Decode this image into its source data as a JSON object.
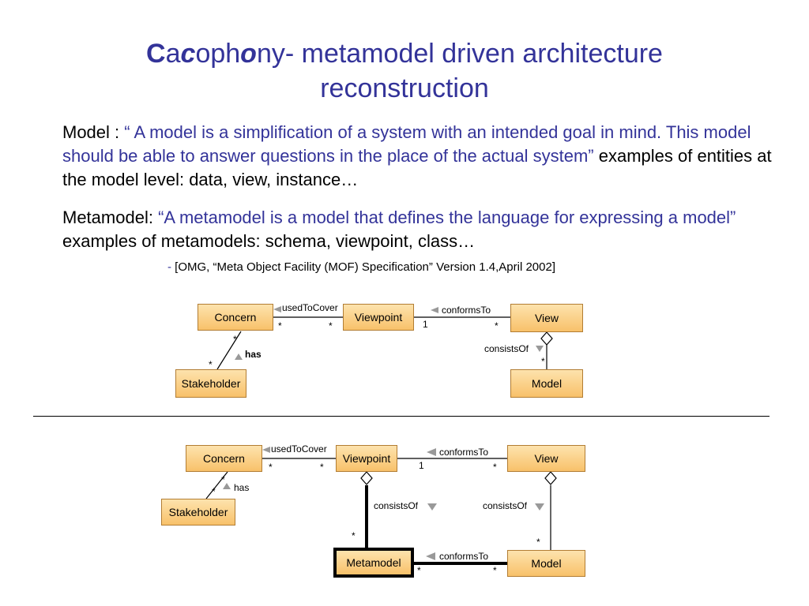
{
  "title": {
    "part1": "C",
    "part2": "a",
    "part3": "c",
    "part4": "oph",
    "part5": "o",
    "part6": "ny- metamodel driven architecture",
    "line2": "reconstruction"
  },
  "model_para": {
    "label": "Model : ",
    "quote": "“ A model is a simplification of a system with an intended goal in mind. This model should be able to answer questions in the place of the actual system”",
    "examples": "  examples of entities at the model level: data, view, instance…"
  },
  "metamodel_para": {
    "label": "Metamodel: ",
    "quote": "“A metamodel is a model that defines the language for expressing a model”",
    "examples": " examples of metamodels: schema, viewpoint, class…"
  },
  "reference": {
    "dash": "- ",
    "text": "[OMG, “Meta Object Facility (MOF) Specification” Version 1.4,April 2002]"
  },
  "diagram_top": {
    "concern": "Concern",
    "viewpoint": "Viewpoint",
    "view": "View",
    "stakeholder": "Stakeholder",
    "model": "Model",
    "used_to_cover": "usedToCover",
    "conforms_to": "conformsTo",
    "consists_of": "consistsOf",
    "has": "has",
    "m_star": "*",
    "m_one": "1"
  },
  "diagram_bottom": {
    "concern": "Concern",
    "viewpoint": "Viewpoint",
    "view": "View",
    "stakeholder": "Stakeholder",
    "metamodel": "Metamodel",
    "model": "Model",
    "used_to_cover": "usedToCover",
    "conforms_to": "conformsTo",
    "conforms_to_2": "conformsTo",
    "consists_of_left": "consistsOf",
    "consists_of_right": "consistsOf",
    "has": "has",
    "m_star": "*",
    "m_one": "1"
  },
  "colors": {
    "title": "#333399",
    "box_fill": "#fbd38a",
    "box_border": "#b27d33"
  }
}
